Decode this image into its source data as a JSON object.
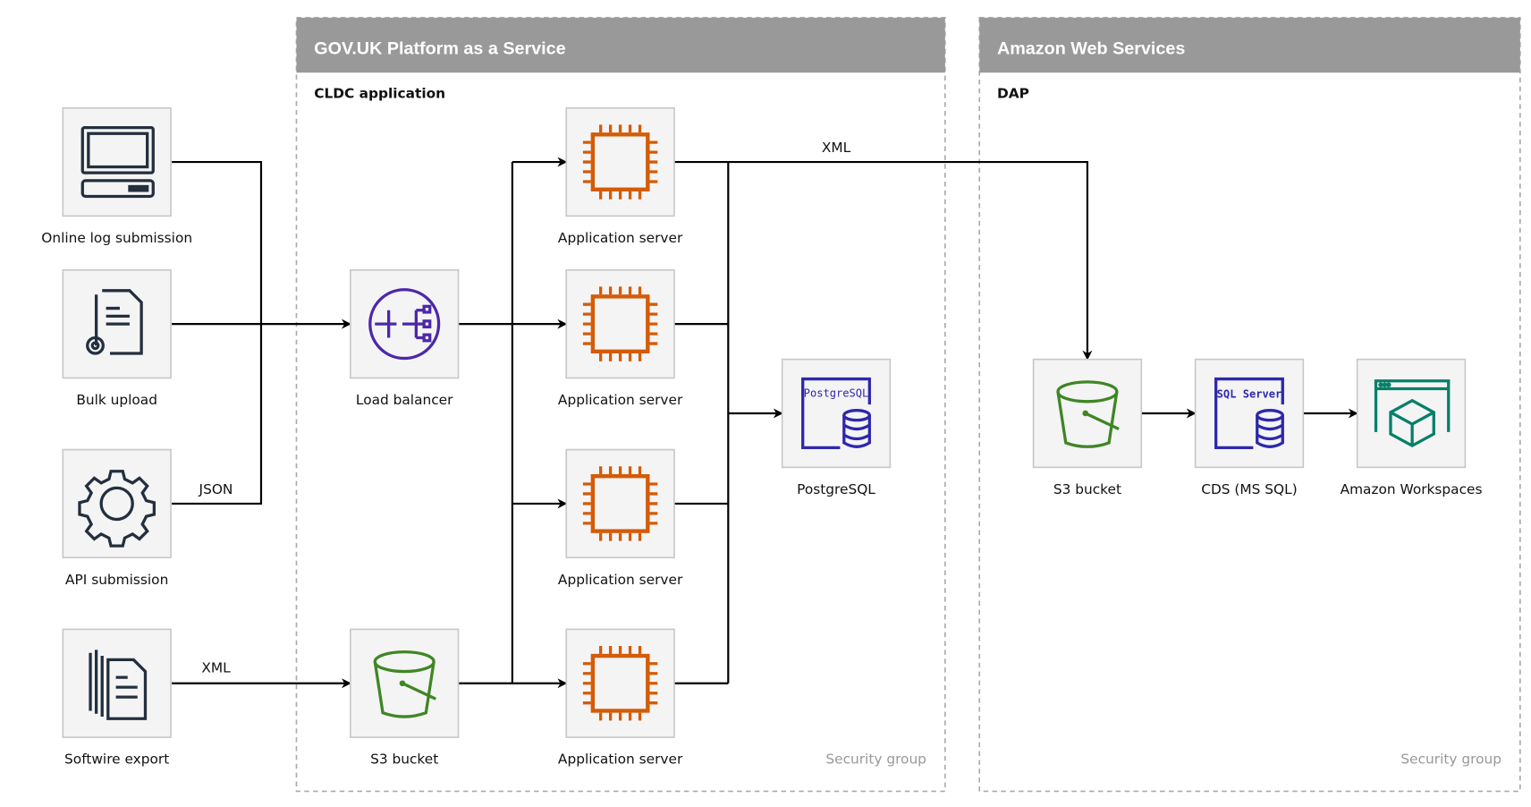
{
  "groups": {
    "paas": {
      "title": "GOV.UK Platform as a Service",
      "subtitle": "CLDC application",
      "security": "Security group"
    },
    "aws": {
      "title": "Amazon Web Services",
      "subtitle": "DAP",
      "security": "Security group"
    }
  },
  "sources": [
    {
      "label": "Online log submission",
      "icon": "computer-icon"
    },
    {
      "label": "Bulk upload",
      "icon": "document-gear-icon"
    },
    {
      "label": "API submission",
      "icon": "gear-icon"
    },
    {
      "label": "Softwire export",
      "icon": "documents-icon"
    }
  ],
  "paas_nodes": {
    "load_balancer": "Load balancer",
    "s3": "S3 bucket",
    "app_servers": [
      "Application server",
      "Application server",
      "Application server",
      "Application server"
    ],
    "postgres": "PostgreSQL",
    "postgres_badge": "PostgreSQL"
  },
  "aws_nodes": {
    "s3": "S3 bucket",
    "cds": "CDS (MS SQL)",
    "cds_badge": "SQL Server",
    "workspaces": "Amazon Workspaces"
  },
  "edge_labels": {
    "json": "JSON",
    "xml_export": "XML",
    "xml_dap": "XML"
  },
  "colors": {
    "header": "#999999",
    "compute": "#d45b07",
    "network": "#4d27aa",
    "storage": "#3f8624",
    "database": "#2e27ad",
    "workspaces": "#067f68"
  }
}
